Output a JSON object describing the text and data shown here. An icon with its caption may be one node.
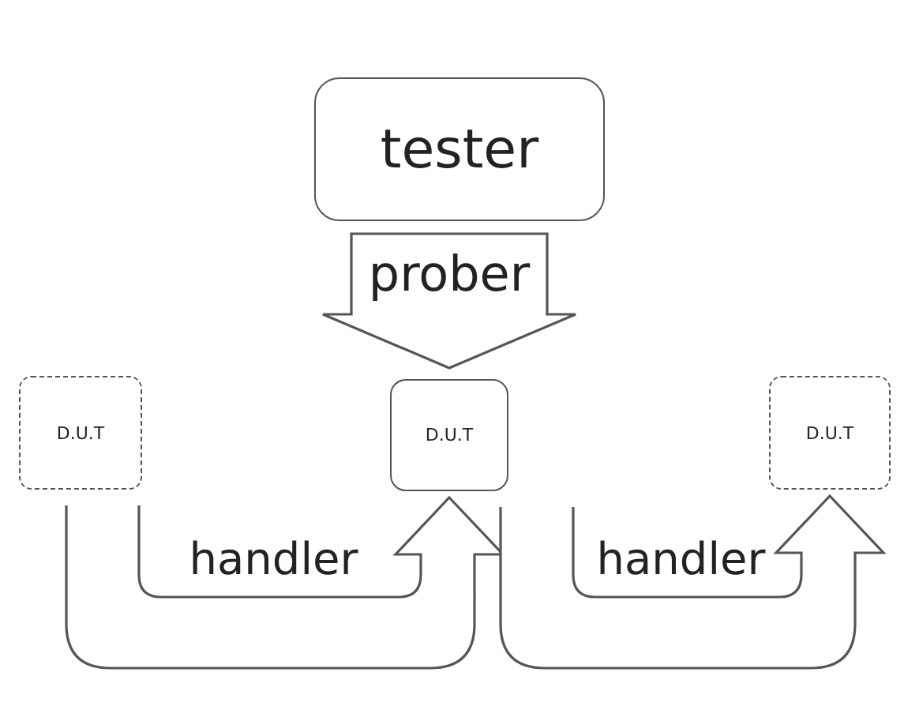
{
  "diagram": {
    "nodes": [
      {
        "text": [
          "tester"
        ]
      },
      {
        "text": [
          "D.U.T"
        ]
      },
      {
        "text": [
          "D.U.T"
        ]
      },
      {
        "text": [
          "D.U.T"
        ]
      }
    ],
    "edges": [
      {
        "from": 0,
        "to": 2,
        "arrow": "to",
        "label": "prober",
        "style": "thick"
      },
      {
        "from": 1,
        "to": 2,
        "arrow": "to",
        "label": "handler",
        "style": "thick"
      },
      {
        "from": 2,
        "to": 3,
        "arrow": "to",
        "label": "handler",
        "style": "thick"
      }
    ]
  }
}
